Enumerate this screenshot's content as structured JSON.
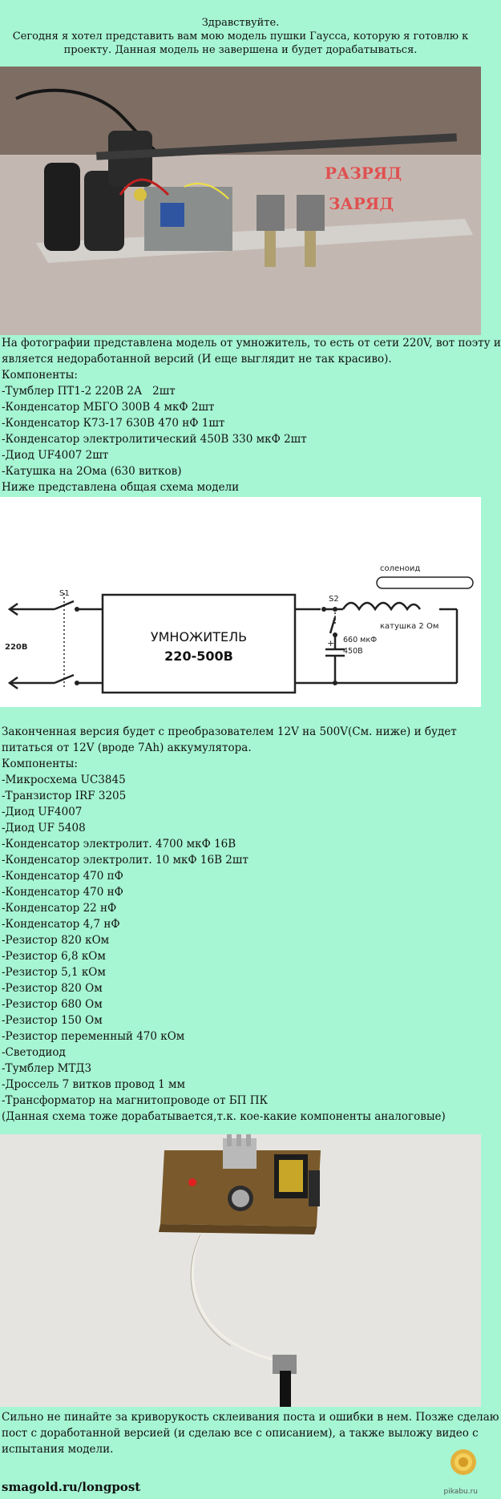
{
  "intro": {
    "greeting": "Здравствуйте.",
    "line1": "Сегодня я хотел представить вам мою модель пушки Гаусса, которую я готовлю к",
    "line2": "проекту. Данная модель не завершена и будет дорабатываться."
  },
  "photo1": {
    "tape_top": "РАЗРЯД",
    "tape_bottom": "ЗАРЯД"
  },
  "para1": {
    "lines": [
      "На фотографии представлена модель от умножитель, то есть от сети 220V, вот поэту и",
      "является недоработанной версий (И еще выглядит не так красиво)."
    ],
    "components_title": "Компоненты:",
    "components": [
      "-Тумблер ПТ1-2 220В 2А   2шт",
      "-Конденсатор МБГО 300В 4 мкФ 2шт",
      "-Конденсатор К73-17 630В 470 нФ 1шт",
      "-Конденсатор электролитический 450В 330 мкФ 2шт",
      "-Диод UF4007 2шт",
      "-Катушка на 2Ома (630 витков)"
    ],
    "closing": "Ниже представлена общая схема модели"
  },
  "schematic": {
    "s1": "S1",
    "s2": "S2",
    "input_voltage": "220В",
    "block_title": "УМНОЖИТЕЛЬ",
    "block_subtitle": "220-500В",
    "cap_value": "660 мкФ",
    "cap_voltage": "450В",
    "solenoid": "соленоид",
    "coil": "катушка 2 Ом",
    "plus": "+"
  },
  "para2": {
    "lines": [
      "Законченная версия будет с преобразователем 12V на 500V(См. ниже) и будет",
      "питаться от 12V (вроде 7Ah) аккумулятора."
    ],
    "components_title": "Компоненты:",
    "components": [
      "-Микросхема UC3845",
      "-Транзистор IRF 3205",
      "-Диод UF4007",
      "-Диод UF 5408",
      "-Конденсатор электролит. 4700 мкФ 16В",
      "-Конденсатор электролит. 10 мкФ 16В 2шт",
      "-Конденсатор 470 пФ",
      "-Конденсатор 470 нФ",
      "-Конденсатор 22 нФ",
      "-Конденсатор 4,7 нФ",
      "-Резистор 820 кОм",
      "-Резистор 6,8 кОм",
      "-Резистор 5,1 кОм",
      "-Резистор 820 Ом",
      "-Резистор 680 Ом",
      "-Резистор 150 Ом",
      "-Резистор переменный 470 кОм",
      "-Светодиод",
      "-Тумблер МТД3",
      "-Дроссель 7 витков провод 1 мм",
      "-Трансформатор на магнитопроводе от БП ПК"
    ],
    "closing": "(Данная схема тоже дорабатывается,т.к. кое-какие компоненты аналоговые)"
  },
  "outro": {
    "lines": [
      "Сильно не пинайте за криворукость склеивания поста и ошибки в нем. Позже сделаю",
      "пост с доработанной версией (и сделаю все с описанием), а также выложу видео с",
      "испытания модели."
    ]
  },
  "footer": {
    "source": "smagold.ru/longpost",
    "watermark": "pikabu.ru"
  },
  "colors": {
    "background": "#a6f5d3",
    "schematic_bg": "#ffffff",
    "tape_text": "#e05050"
  }
}
